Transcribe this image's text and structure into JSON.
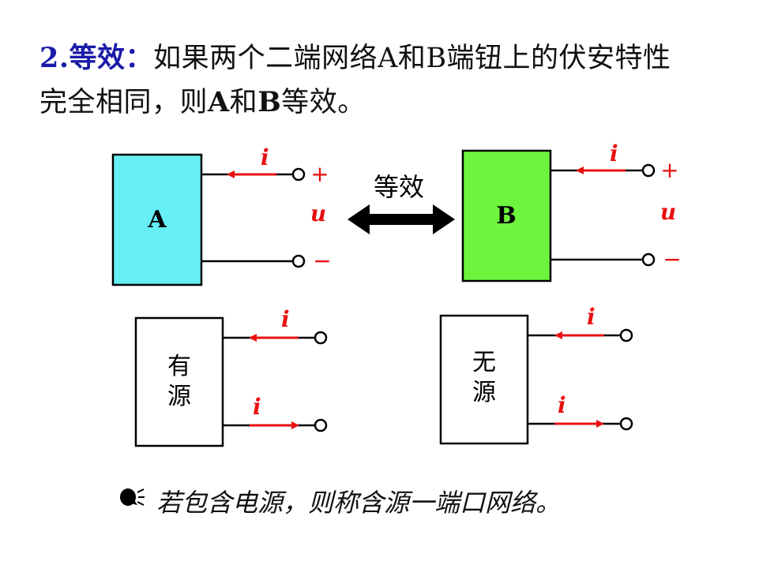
{
  "heading": {
    "number": "2.",
    "term": "等效：",
    "rest": "如果两个二端网络A和B端钮上的伏安特性",
    "line2_a": "完全相同，则",
    "line2_b": "A",
    "line2_c": "和",
    "line2_d": "B",
    "line2_e": "等效。"
  },
  "top_row": {
    "box_a_label": "A",
    "box_b_label": "B",
    "equiv_label": "等效",
    "current_label": "i",
    "voltage_label": "u",
    "plus": "+",
    "minus": "−",
    "colors": {
      "box_a": "#66f0f5",
      "box_b": "#6cf53c",
      "arrow": "#e81010",
      "sign": "#e81010"
    }
  },
  "bottom_row": {
    "active_box_line1": "有",
    "active_box_line2": "源",
    "passive_box_line1": "无",
    "passive_box_line2": "源",
    "current_label": "i"
  },
  "note": {
    "icon": "speaker-icon",
    "text": "若包含电源，则称含源一端口网络。"
  }
}
